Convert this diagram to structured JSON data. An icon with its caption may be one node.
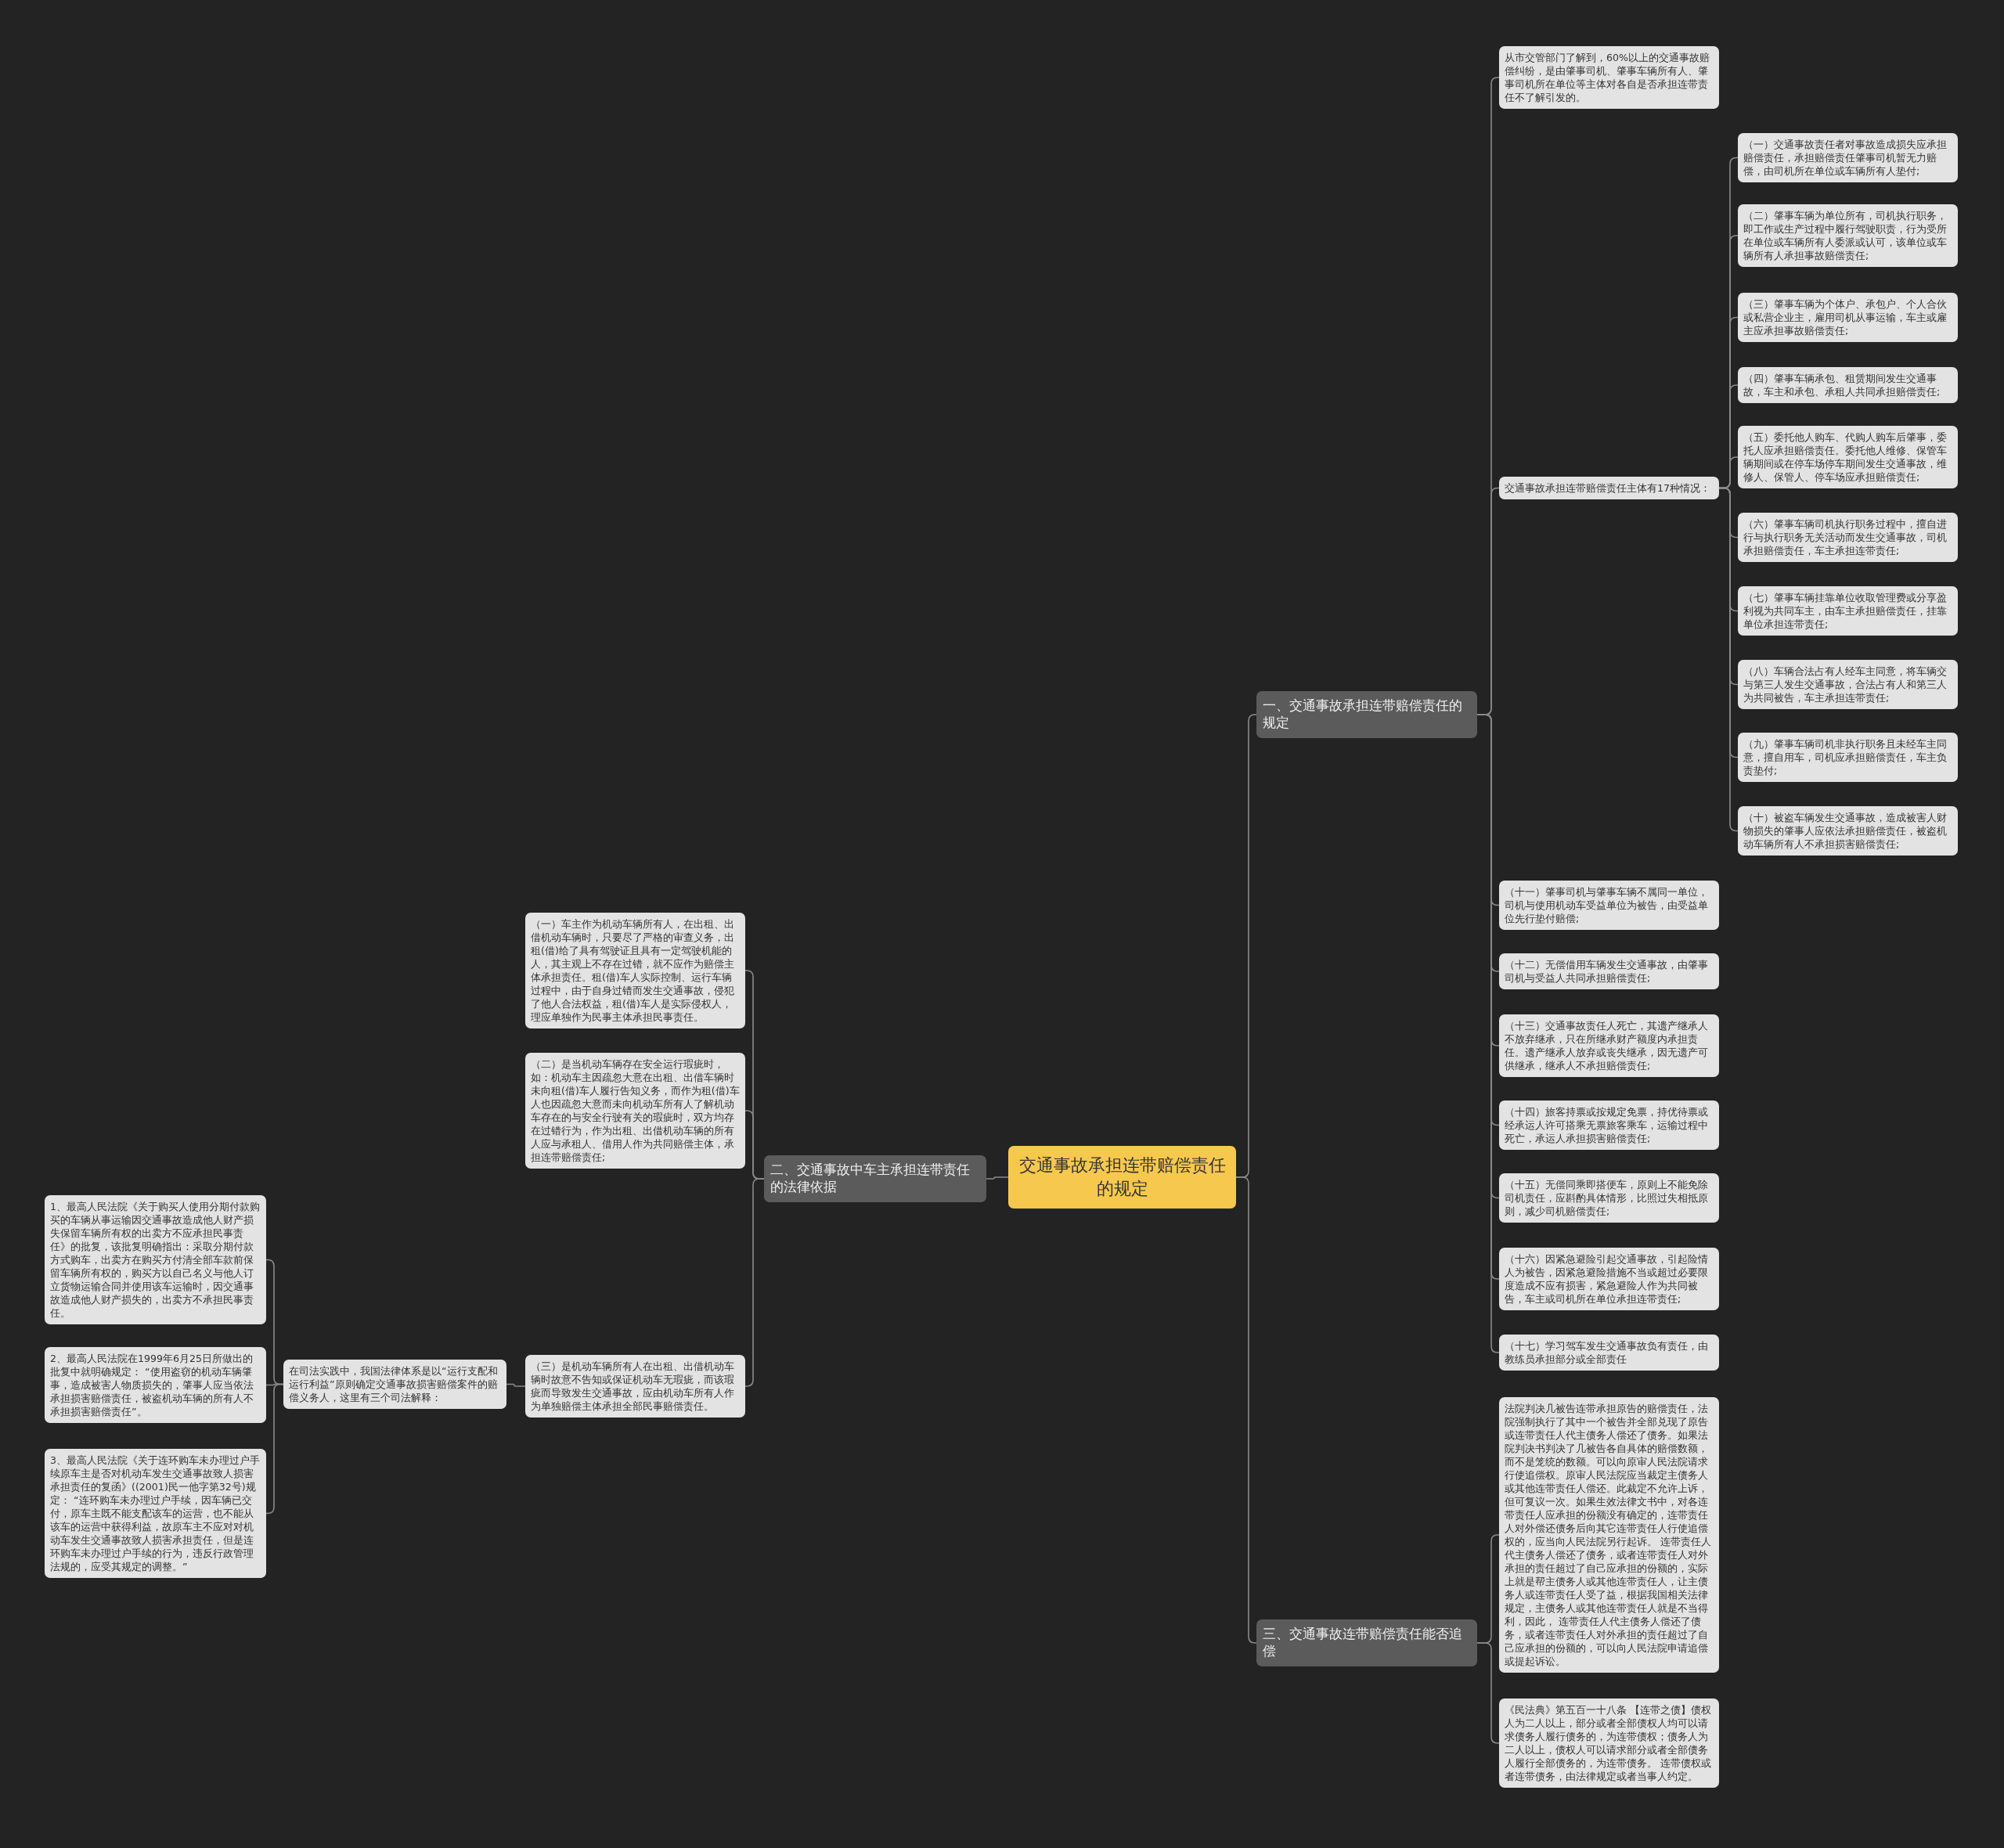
{
  "diagram": {
    "nodes": [
      {
        "text": [
          "交通事故承担连带赔偿责任的规定"
        ]
      },
      {
        "text": [
          "一、交通事故承担连带赔偿责任的规定"
        ]
      },
      {
        "text": [
          "二、交通事故中车主承担连带责任的法律依据"
        ]
      },
      {
        "text": [
          "三、交通事故连带赔偿责任能否追偿"
        ]
      },
      {
        "text": [
          "从市交管部门了解到，60%以上的交通事故赔偿纠纷，是由肇事司机、肇事车辆所有人、肇事司机所在单位等主体对各自是否承担连带责任不了解引发的。"
        ]
      },
      {
        "text": [
          "交通事故承担连带赔偿责任主体有17种情况："
        ]
      },
      {
        "text": [
          "（一）交通事故责任者对事故造成损失应承担赔偿责任，承担赔偿责任肇事司机暂无力赔偿，由司机所在单位或车辆所有人垫付;"
        ]
      },
      {
        "text": [
          "（二）肇事车辆为单位所有，司机执行职务，即工作或生产过程中履行驾驶职责，行为受所在单位或车辆所有人委派或认可，该单位或车辆所有人承担事故赔偿责任;"
        ]
      },
      {
        "text": [
          "（三）肇事车辆为个体户、承包户、个人合伙或私营企业主，雇用司机从事运输，车主或雇主应承担事故赔偿责任;"
        ]
      },
      {
        "text": [
          "（四）肇事车辆承包、租赁期间发生交通事故，车主和承包、承租人共同承担赔偿责任;"
        ]
      },
      {
        "text": [
          "（五）委托他人购车、代购人购车后肇事，委托人应承担赔偿责任。委托他人维修、保管车辆期间或在停车场停车期间发生交通事故，维修人、保管人、停车场应承担赔偿责任;"
        ]
      },
      {
        "text": [
          "（六）肇事车辆司机执行职务过程中，擅自进行与执行职务无关活动而发生交通事故，司机承担赔偿责任，车主承担连带责任;"
        ]
      },
      {
        "text": [
          "（七）肇事车辆挂靠单位收取管理费或分享盈利视为共同车主，由车主承担赔偿责任，挂靠单位承担连带责任;"
        ]
      },
      {
        "text": [
          "（八）车辆合法占有人经车主同意，将车辆交与第三人发生交通事故，合法占有人和第三人为共同被告，车主承担连带责任;"
        ]
      },
      {
        "text": [
          "（九）肇事车辆司机非执行职务且未经车主同意，擅自用车，司机应承担赔偿责任，车主负责垫付;"
        ]
      },
      {
        "text": [
          "（十）被盗车辆发生交通事故，造成被害人财物损失的肇事人应依法承担赔偿责任，被盗机动车辆所有人不承担损害赔偿责任;"
        ]
      },
      {
        "text": [
          "（十一）肇事司机与肇事车辆不属同一单位，司机与使用机动车受益单位为被告，由受益单位先行垫付赔偿;"
        ]
      },
      {
        "text": [
          "（十二）无偿借用车辆发生交通事故，由肇事司机与受益人共同承担赔偿责任;"
        ]
      },
      {
        "text": [
          "（十三）交通事故责任人死亡，其遗产继承人不放弃继承，只在所继承财产额度内承担责任。遗产继承人放弃或丧失继承，因无遗产可供继承，继承人不承担赔偿责任;"
        ]
      },
      {
        "text": [
          "（十四）旅客持票或按规定免票，持优待票或经承运人许可搭乘无票旅客乘车，运输过程中死亡，承运人承担损害赔偿责任;"
        ]
      },
      {
        "text": [
          "（十五）无偿同乘即搭便车，原则上不能免除司机责任，应斟酌具体情形，比照过失相抵原则，减少司机赔偿责任;"
        ]
      },
      {
        "text": [
          "（十六）因紧急避险引起交通事故，引起险情人为被告，因紧急避险措施不当或超过必要限度造成不应有损害，紧急避险人作为共同被告，车主或司机所在单位承担连带责任;"
        ]
      },
      {
        "text": [
          "（十七）学习驾车发生交通事故负有责任，由教练员承担部分或全部责任"
        ]
      },
      {
        "text": [
          "法院判决几被告连带承担原告的赔偿责任，法院强制执行了其中一个被告并全部兑现了原告或连带责任人代主债务人偿还了债务。如果法院判决书判决了几被告各自具体的赔偿数额，而不是笼统的数额。可以向原审人民法院请求行使追偿权。原审人民法院应当裁定主债务人或其他连带责任人偿还。此裁定不允许上诉，但可复议一次。如果生效法律文书中，对各连带责任人应承担的份额没有确定的，连带责任人对外偿还债务后向其它连带责任人行使追偿权的，应当向人民法院另行起诉。 连带责任人代主债务人偿还了债务，或者连带责任人对外承担的责任超过了自己应承担的份额的，实际上就是帮主债务人或其他连带责任人，让主债务人或连带责任人受了益，根据我国相关法律规定，主债务人或其他连带责任人就是不当得利，因此， 连带责任人代主债务人偿还了债务，或者连带责任人对外承担的责任超过了自己应承担的份额的，可以向人民法院申请追偿或提起诉讼。"
        ]
      },
      {
        "text": [
          "《民法典》第五百一十八条 【连带之债】债权人为二人以上，部分或者全部债权人均可以请求债务人履行债务的，为连带债权；债务人为二人以上，债权人可以请求部分或者全部债务人履行全部债务的，为连带债务。 连带债权或者连带债务，由法律规定或者当事人约定。"
        ]
      },
      {
        "text": [
          "（一）车主作为机动车辆所有人，在出租、出借机动车辆时，只要尽了严格的审查义务，出租(借)给了具有驾驶证且具有一定驾驶机能的人，其主观上不存在过错，就不应作为赔偿主体承担责任。租(借)车人实际控制、运行车辆过程中，由于自身过错而发生交通事故，侵犯了他人合法权益，租(借)车人是实际侵权人，理应单独作为民事主体承担民事责任。"
        ]
      },
      {
        "text": [
          "（二）是当机动车辆存在安全运行瑕疵时，如：机动车主因疏忽大意在出租、出借车辆时未向租(借)车人履行告知义务，而作为租(借)车人也因疏忽大意而未向机动车所有人了解机动车存在的与安全行驶有关的瑕疵时，双方均存在过错行为，作为出租、出借机动车辆的所有人应与承租人、借用人作为共同赔偿主体，承担连带赔偿责任;"
        ]
      },
      {
        "text": [
          "（三）是机动车辆所有人在出租、出借机动车辆时故意不告知或保证机动车无瑕疵，而该瑕疵而导致发生交通事故，应由机动车所有人作为单独赔偿主体承担全部民事赔偿责任。"
        ]
      },
      {
        "text": [
          "在司法实践中，我国法律体系是以“运行支配和运行利益”原则确定交通事故损害赔偿案件的赔偿义务人，这里有三个司法解释："
        ]
      },
      {
        "text": [
          "1、最高人民法院《关于购买人使用分期付款购买的车辆从事运输因交通事故造成他人财产损失保留车辆所有权的出卖方不应承担民事责任》的批复，该批复明确指出：采取分期付款方式购车，出卖方在购买方付清全部车款前保留车辆所有权的，购买方以自己名义与他人订立货物运输合同并使用该车运输时，因交通事故造成他人财产损失的，出卖方不承担民事责任。"
        ]
      },
      {
        "text": [
          "2、最高人民法院在1999年6月25日所做出的批复中就明确规定： “使用盗窃的机动车辆肇事，造成被害人物质损失的，肇事人应当依法承担损害赔偿责任，被盗机动车辆的所有人不承担损害赔偿责任”。"
        ]
      },
      {
        "text": [
          "3、最高人民法院《关于连环购车未办理过户手续原车主是否对机动车发生交通事故致人损害承担责任的复函》((2001)民一他字第32号)规定： “连环购车未办理过户手续，因车辆已交付，原车主既不能支配该车的运营，也不能从该车的运营中获得利益，故原车主不应对对机动车发生交通事故致人损害承担责任，但是连环购车未办理过户手续的行为，违反行政管理法规的，应受其规定的调整。”"
        ]
      }
    ],
    "edges": [
      {
        "from": 0,
        "to": 1,
        "arrow": "none"
      },
      {
        "from": 0,
        "to": 2,
        "arrow": "none"
      },
      {
        "from": 0,
        "to": 3,
        "arrow": "none"
      },
      {
        "from": 1,
        "to": 4,
        "arrow": "none"
      },
      {
        "from": 1,
        "to": 5,
        "arrow": "none"
      },
      {
        "from": 5,
        "to": 6,
        "arrow": "none"
      },
      {
        "from": 5,
        "to": 7,
        "arrow": "none"
      },
      {
        "from": 5,
        "to": 8,
        "arrow": "none"
      },
      {
        "from": 5,
        "to": 9,
        "arrow": "none"
      },
      {
        "from": 5,
        "to": 10,
        "arrow": "none"
      },
      {
        "from": 5,
        "to": 11,
        "arrow": "none"
      },
      {
        "from": 5,
        "to": 12,
        "arrow": "none"
      },
      {
        "from": 5,
        "to": 13,
        "arrow": "none"
      },
      {
        "from": 5,
        "to": 14,
        "arrow": "none"
      },
      {
        "from": 5,
        "to": 15,
        "arrow": "none"
      },
      {
        "from": 1,
        "to": 16,
        "arrow": "none"
      },
      {
        "from": 1,
        "to": 17,
        "arrow": "none"
      },
      {
        "from": 1,
        "to": 18,
        "arrow": "none"
      },
      {
        "from": 1,
        "to": 19,
        "arrow": "none"
      },
      {
        "from": 1,
        "to": 20,
        "arrow": "none"
      },
      {
        "from": 1,
        "to": 21,
        "arrow": "none"
      },
      {
        "from": 1,
        "to": 22,
        "arrow": "none"
      },
      {
        "from": 3,
        "to": 23,
        "arrow": "none"
      },
      {
        "from": 3,
        "to": 24,
        "arrow": "none"
      },
      {
        "from": 2,
        "to": 25,
        "arrow": "none"
      },
      {
        "from": 2,
        "to": 26,
        "arrow": "none"
      },
      {
        "from": 2,
        "to": 27,
        "arrow": "none"
      },
      {
        "from": 27,
        "to": 28,
        "arrow": "none"
      },
      {
        "from": 28,
        "to": 29,
        "arrow": "none"
      },
      {
        "from": 28,
        "to": 30,
        "arrow": "none"
      },
      {
        "from": 28,
        "to": 31,
        "arrow": "none"
      }
    ]
  }
}
